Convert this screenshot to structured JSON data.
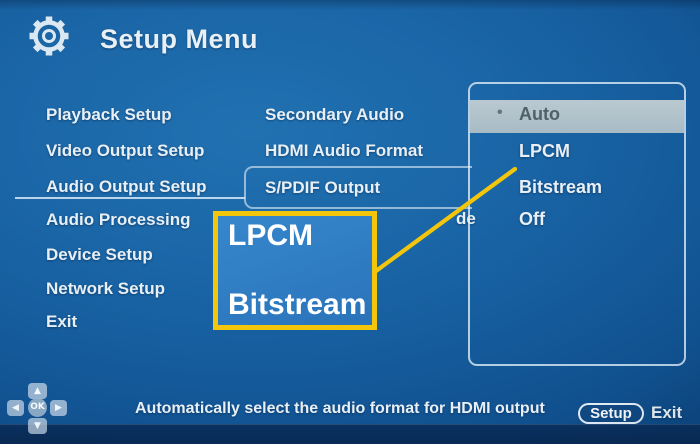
{
  "title": "Setup Menu",
  "left_menu": {
    "items": [
      {
        "label": "Playback Setup",
        "selected": false
      },
      {
        "label": "Video Output Setup",
        "selected": false
      },
      {
        "label": "Audio Output Setup",
        "selected": true
      },
      {
        "label": "Audio Processing",
        "selected": false
      },
      {
        "label": "Device Setup",
        "selected": false
      },
      {
        "label": "Network Setup",
        "selected": false
      },
      {
        "label": "Exit",
        "selected": false
      }
    ]
  },
  "sub_menu": {
    "items": [
      {
        "label": "Secondary Audio",
        "selected": false
      },
      {
        "label": "HDMI Audio Format",
        "selected": false
      },
      {
        "label": "S/PDIF Output",
        "selected": true
      }
    ],
    "occluded_fragment": "de"
  },
  "options_panel": {
    "items": [
      {
        "label": "Auto",
        "selected": true,
        "bullet": "•"
      },
      {
        "label": "LPCM",
        "selected": false
      },
      {
        "label": "Bitstream",
        "selected": false
      },
      {
        "label": "Off",
        "selected": false
      }
    ]
  },
  "callout": {
    "line1": "LPCM",
    "line2": "Bitstream"
  },
  "footer": {
    "hint": "Automatically select the audio format for HDMI output",
    "setup_label": "Setup",
    "exit_label": "Exit"
  },
  "dpad": {
    "up_icon": "▲",
    "left_icon": "◀",
    "right_icon": "▶",
    "down_icon": "▼",
    "ok_label": "OK"
  },
  "colors": {
    "background_blue": "#1563a4",
    "annotation_yellow": "#f3c50b",
    "highlight_silver": "#b3c3cc",
    "text_white": "#eaf1f6",
    "selected_option_text": "#4f6069",
    "callout_blue": "#2f7dc2",
    "footer_dark_blue": "#0a3161"
  }
}
